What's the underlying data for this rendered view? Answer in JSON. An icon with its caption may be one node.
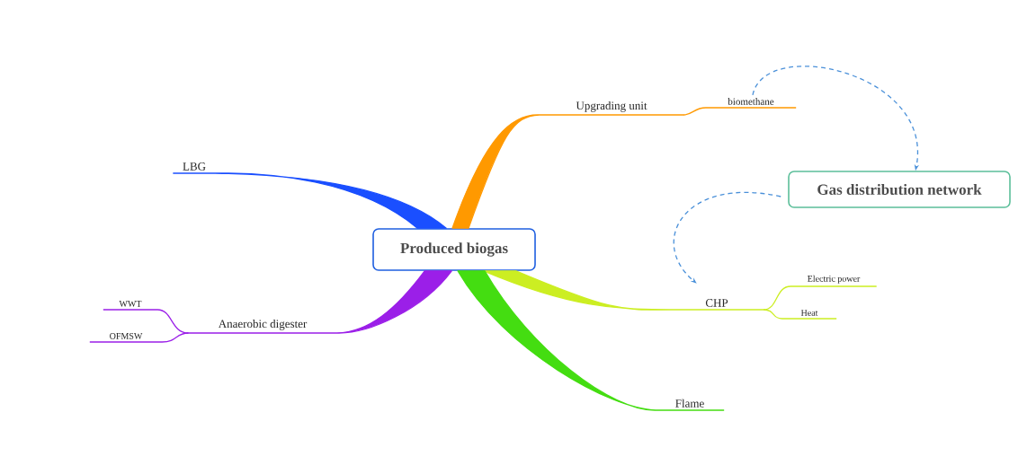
{
  "diagram": {
    "nodes": [
      {
        "text": [
          "Produced biogas"
        ]
      },
      {
        "text": [
          "Upgrading unit"
        ]
      },
      {
        "text": [
          "biomethane"
        ]
      },
      {
        "text": [
          "Gas distribution network"
        ]
      },
      {
        "text": [
          "LBG"
        ]
      },
      {
        "text": [
          "CHP"
        ]
      },
      {
        "text": [
          "Electric power"
        ]
      },
      {
        "text": [
          "Heat"
        ]
      },
      {
        "text": [
          "Anaerobic digester"
        ]
      },
      {
        "text": [
          "WWT"
        ]
      },
      {
        "text": [
          "OFMSW"
        ]
      },
      {
        "text": [
          "Flame"
        ]
      }
    ],
    "edges": [
      {
        "from": 0,
        "to": 1,
        "arrow": "none",
        "color": "#ff9900",
        "style": "thick"
      },
      {
        "from": 1,
        "to": 2,
        "arrow": "none",
        "color": "#ff9900"
      },
      {
        "from": 2,
        "to": 3,
        "arrow": "to",
        "style": "dashed",
        "color": "#4a90d9"
      },
      {
        "from": 3,
        "to": 5,
        "arrow": "to",
        "style": "dashed",
        "color": "#4a90d9"
      },
      {
        "from": 0,
        "to": 4,
        "arrow": "none",
        "color": "#1a4fff",
        "style": "thick"
      },
      {
        "from": 0,
        "to": 5,
        "arrow": "none",
        "color": "#ccee22",
        "style": "thick"
      },
      {
        "from": 5,
        "to": 6,
        "arrow": "none",
        "color": "#ccee22"
      },
      {
        "from": 5,
        "to": 7,
        "arrow": "none",
        "color": "#ccee22"
      },
      {
        "from": 0,
        "to": 8,
        "arrow": "none",
        "color": "#9b1fe8",
        "style": "thick"
      },
      {
        "from": 8,
        "to": 9,
        "arrow": "none",
        "color": "#9b1fe8"
      },
      {
        "from": 8,
        "to": 10,
        "arrow": "none",
        "color": "#9b1fe8"
      },
      {
        "from": 0,
        "to": 11,
        "arrow": "none",
        "color": "#44dd11",
        "style": "thick"
      }
    ]
  }
}
